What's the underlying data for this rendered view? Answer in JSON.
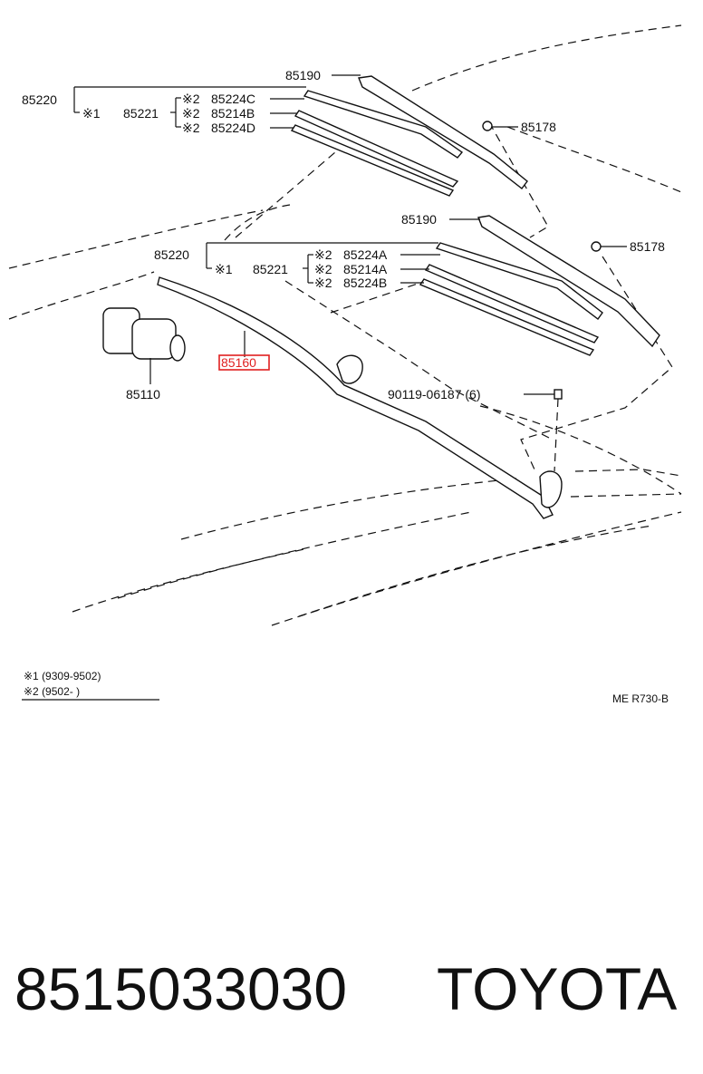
{
  "labels": {
    "arm_upper": "85190",
    "arm_lower": "85190",
    "blade_upper": "85220",
    "blade_lower": "85220",
    "sub_upper": "85221",
    "sub_lower": "85221",
    "mark1_upper": "※1",
    "mark1_lower": "※1",
    "mark2": "※2",
    "rubber_c": "85224C",
    "rubber_b_upper": "85214B",
    "rubber_d": "85224D",
    "rubber_a": "85224A",
    "rubber_a2": "85214A",
    "rubber_b_lower": "85224B",
    "cap_upper": "85178",
    "cap_lower": "85178",
    "link_rod": "85160",
    "motor": "85110",
    "bolt": "90119-06187 (6)"
  },
  "legend": {
    "row1": "※1  (9309-9502)",
    "row2": "※2  (9502-        )"
  },
  "diagram_code": "ME R730-B",
  "footer": {
    "part_number": "8515033030",
    "brand": "TOYOTA"
  },
  "colors": {
    "highlight": "#e02020",
    "ink": "#111111"
  }
}
